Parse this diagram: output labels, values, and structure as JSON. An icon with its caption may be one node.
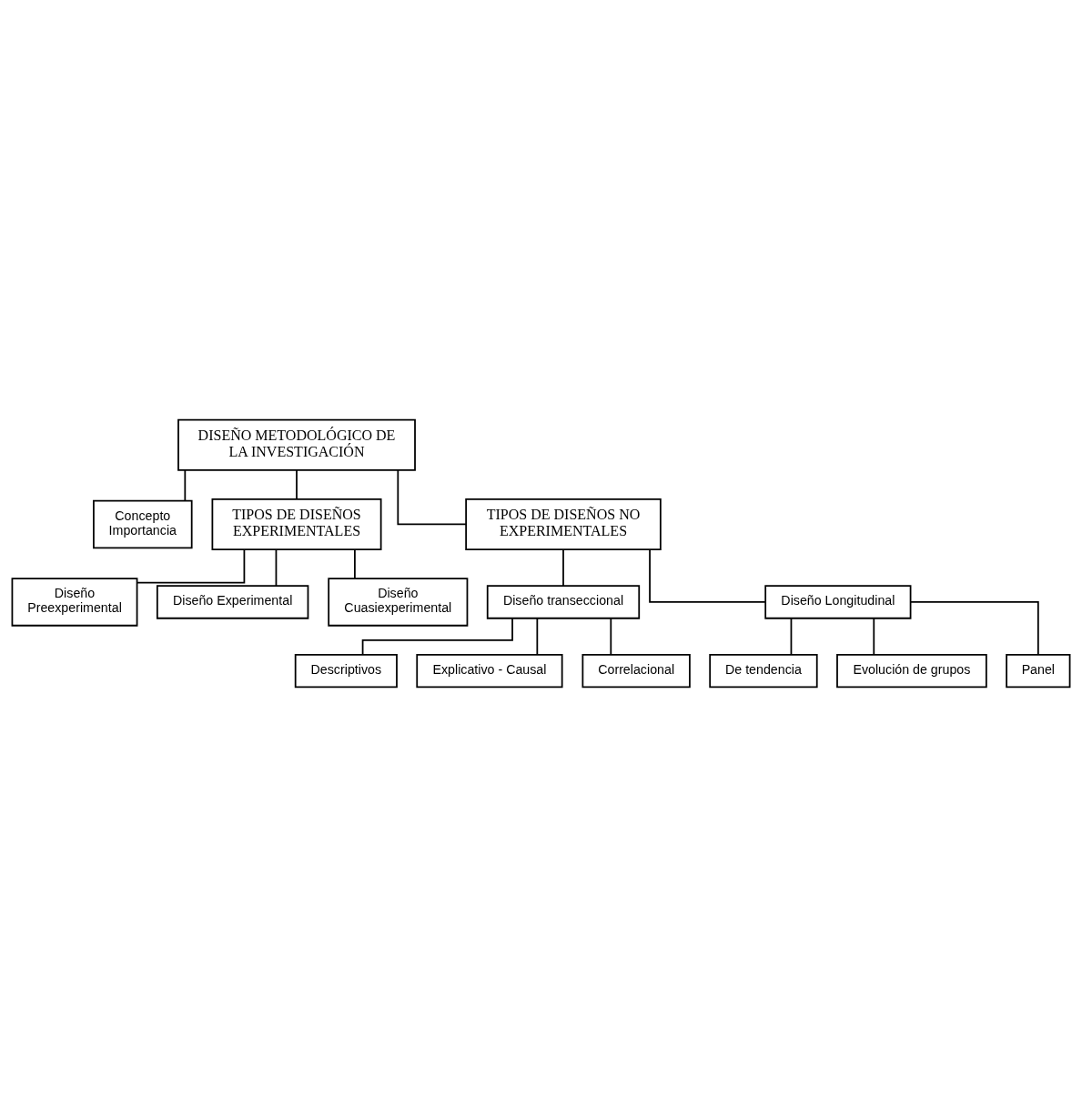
{
  "diagram": {
    "nodes": [
      {
        "text": [
          "DISEÑO METODOLÓGICO DE LA INVESTIGACIÓN"
        ]
      },
      {
        "text": [
          "Concepto",
          "Importancia"
        ]
      },
      {
        "text": [
          "TIPOS DE DISEÑOS EXPERIMENTALES"
        ]
      },
      {
        "text": [
          "TIPOS DE DISEÑOS NO EXPERIMENTALES"
        ]
      },
      {
        "text": [
          "Diseño Preexperimental"
        ]
      },
      {
        "text": [
          "Diseño Experimental"
        ]
      },
      {
        "text": [
          "Diseño Cuasiexperimental"
        ]
      },
      {
        "text": [
          "Diseño transeccional"
        ]
      },
      {
        "text": [
          "Diseño Longitudinal"
        ]
      },
      {
        "text": [
          "Descriptivos"
        ]
      },
      {
        "text": [
          "Explicativo - Causal"
        ]
      },
      {
        "text": [
          "Correlacional"
        ]
      },
      {
        "text": [
          "De tendencia"
        ]
      },
      {
        "text": [
          "Evolución de grupos"
        ]
      },
      {
        "text": [
          "Panel"
        ]
      }
    ],
    "edges": [
      {
        "from": 0,
        "to": 1,
        "arrow": "none"
      },
      {
        "from": 0,
        "to": 2,
        "arrow": "none"
      },
      {
        "from": 0,
        "to": 3,
        "arrow": "none"
      },
      {
        "from": 2,
        "to": 4,
        "arrow": "none"
      },
      {
        "from": 2,
        "to": 5,
        "arrow": "none"
      },
      {
        "from": 2,
        "to": 6,
        "arrow": "none"
      },
      {
        "from": 3,
        "to": 7,
        "arrow": "none"
      },
      {
        "from": 3,
        "to": 8,
        "arrow": "none"
      },
      {
        "from": 7,
        "to": 9,
        "arrow": "none"
      },
      {
        "from": 7,
        "to": 10,
        "arrow": "none"
      },
      {
        "from": 7,
        "to": 11,
        "arrow": "none"
      },
      {
        "from": 8,
        "to": 12,
        "arrow": "none"
      },
      {
        "from": 8,
        "to": 13,
        "arrow": "none"
      },
      {
        "from": 8,
        "to": 14,
        "arrow": "none"
      }
    ]
  }
}
